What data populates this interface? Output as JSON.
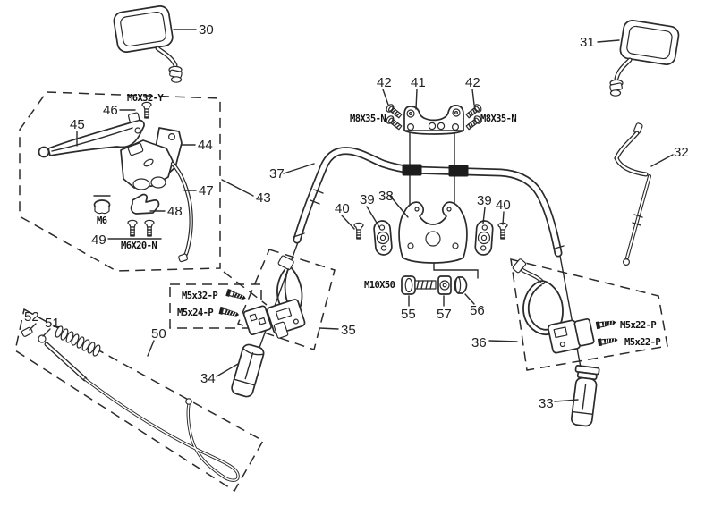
{
  "figure": {
    "background": "#ffffff",
    "line_color": "#2b2b2b",
    "description": "Exploded parts diagram: handlebar, mirrors, levers, switches and grips"
  },
  "callouts": {
    "c30": "30",
    "c31": "31",
    "c32": "32",
    "c33": "33",
    "c34": "34",
    "c35": "35",
    "c36": "36",
    "c37": "37",
    "c38": "38",
    "c39_left": "39",
    "c39_right": "39",
    "c40_left": "40",
    "c40_right": "40",
    "c41": "41",
    "c42_left": "42",
    "c42_right": "42",
    "c43": "43",
    "c44": "44",
    "c45": "45",
    "c46": "46",
    "c47": "47",
    "c48": "48",
    "c49": "49",
    "c50": "50",
    "c51": "51",
    "c52": "52",
    "c55": "55",
    "c56": "56",
    "c57": "57"
  },
  "specs": {
    "m6x32y": "M6X32-Y",
    "m8x35n_left": "M8X35-N",
    "m8x35n_right": "M8X35-N",
    "m6": "M6",
    "m6x20n": "M6X20-N",
    "m10x50": "M10X50",
    "m5x32p": "M5x32-P",
    "m5x24p": "M5x24-P",
    "m5x22p_upper": "M5x22-P",
    "m5x22p_lower": "M5x22-P"
  }
}
